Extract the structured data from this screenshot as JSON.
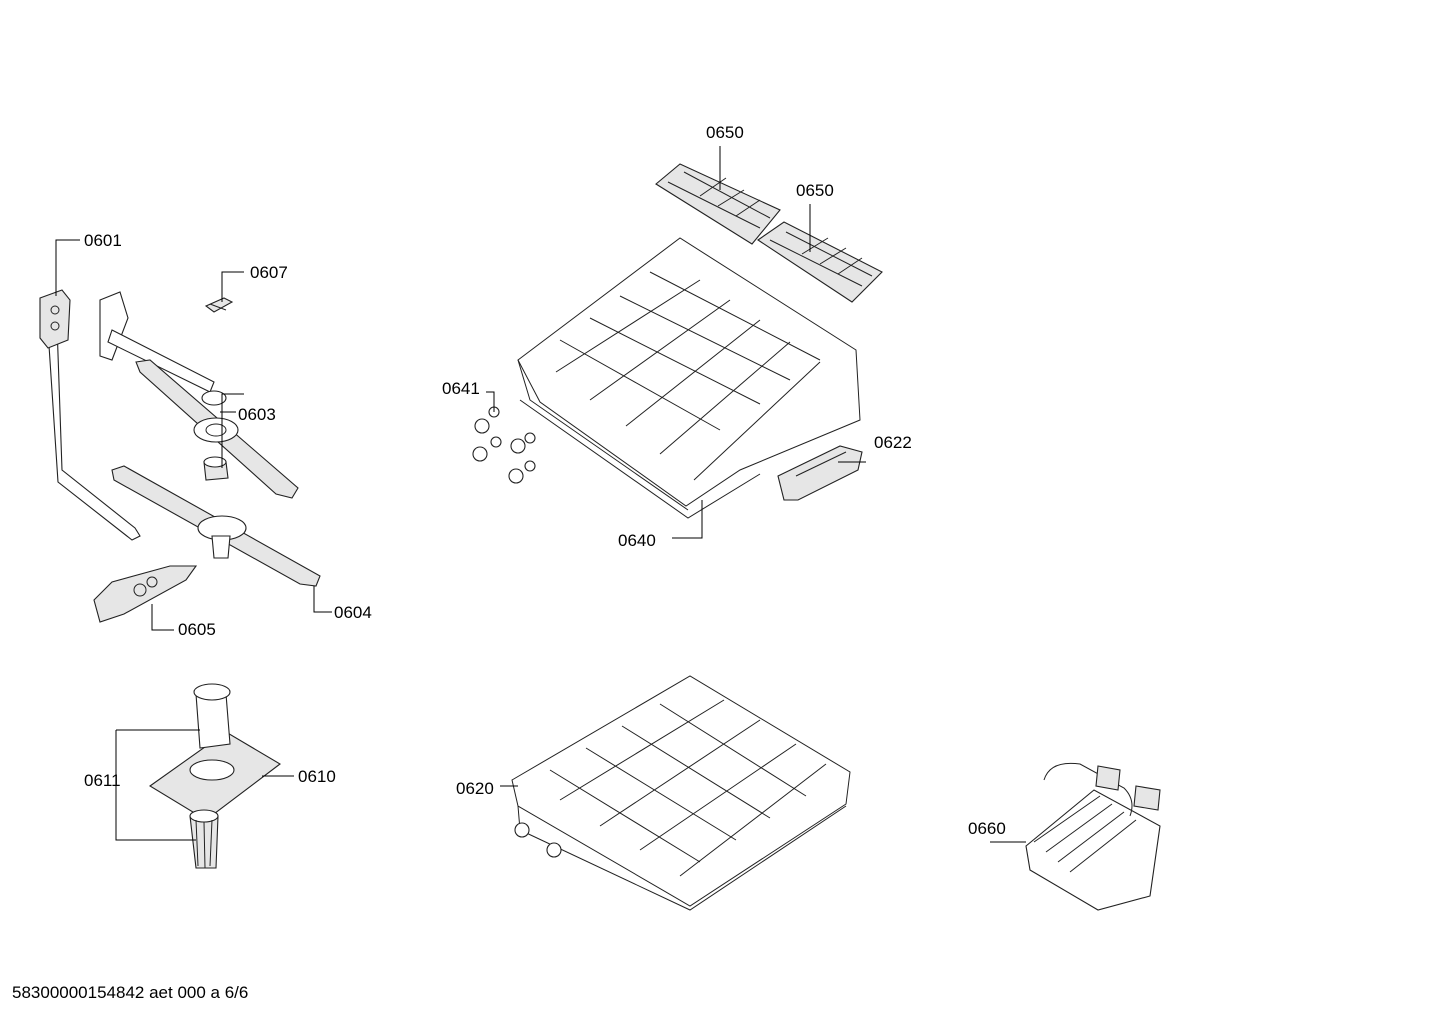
{
  "diagram": {
    "callouts": [
      {
        "id": "0601",
        "label": "0601"
      },
      {
        "id": "0607",
        "label": "0607"
      },
      {
        "id": "0603",
        "label": "0603"
      },
      {
        "id": "0604",
        "label": "0604"
      },
      {
        "id": "0605",
        "label": "0605"
      },
      {
        "id": "0611",
        "label": "0611"
      },
      {
        "id": "0610",
        "label": "0610"
      },
      {
        "id": "0650a",
        "label": "0650"
      },
      {
        "id": "0650b",
        "label": "0650"
      },
      {
        "id": "0641",
        "label": "0641"
      },
      {
        "id": "0622",
        "label": "0622"
      },
      {
        "id": "0640",
        "label": "0640"
      },
      {
        "id": "0620",
        "label": "0620"
      },
      {
        "id": "0660",
        "label": "0660"
      }
    ],
    "footer": "58300000154842 aet 000 a 6/6"
  }
}
